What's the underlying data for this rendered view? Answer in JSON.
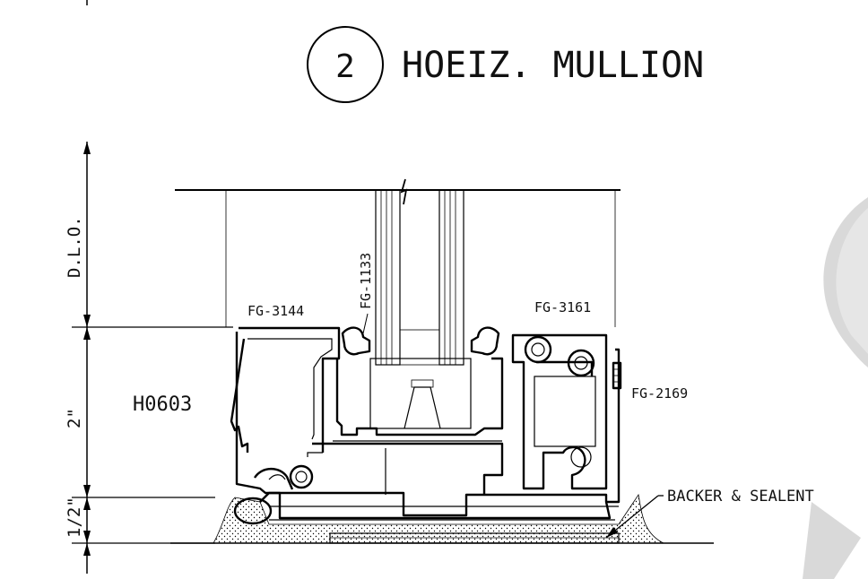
{
  "title": {
    "number": "2",
    "text": "HOEIZ. MULLION"
  },
  "dimensions": {
    "dlo": "D.L.O.",
    "two_inch": "2\"",
    "half_inch": "1/2\""
  },
  "labels": {
    "fg3144": "FG-3144",
    "fg1133": "FG-1133",
    "fg3161": "FG-3161",
    "fg2169": "FG-2169",
    "h0603": "H0603",
    "backer": "BACKER & SEALENT"
  },
  "colors": {
    "ink": "#000000",
    "watermark": "#d9d9d9",
    "background": "#ffffff"
  }
}
